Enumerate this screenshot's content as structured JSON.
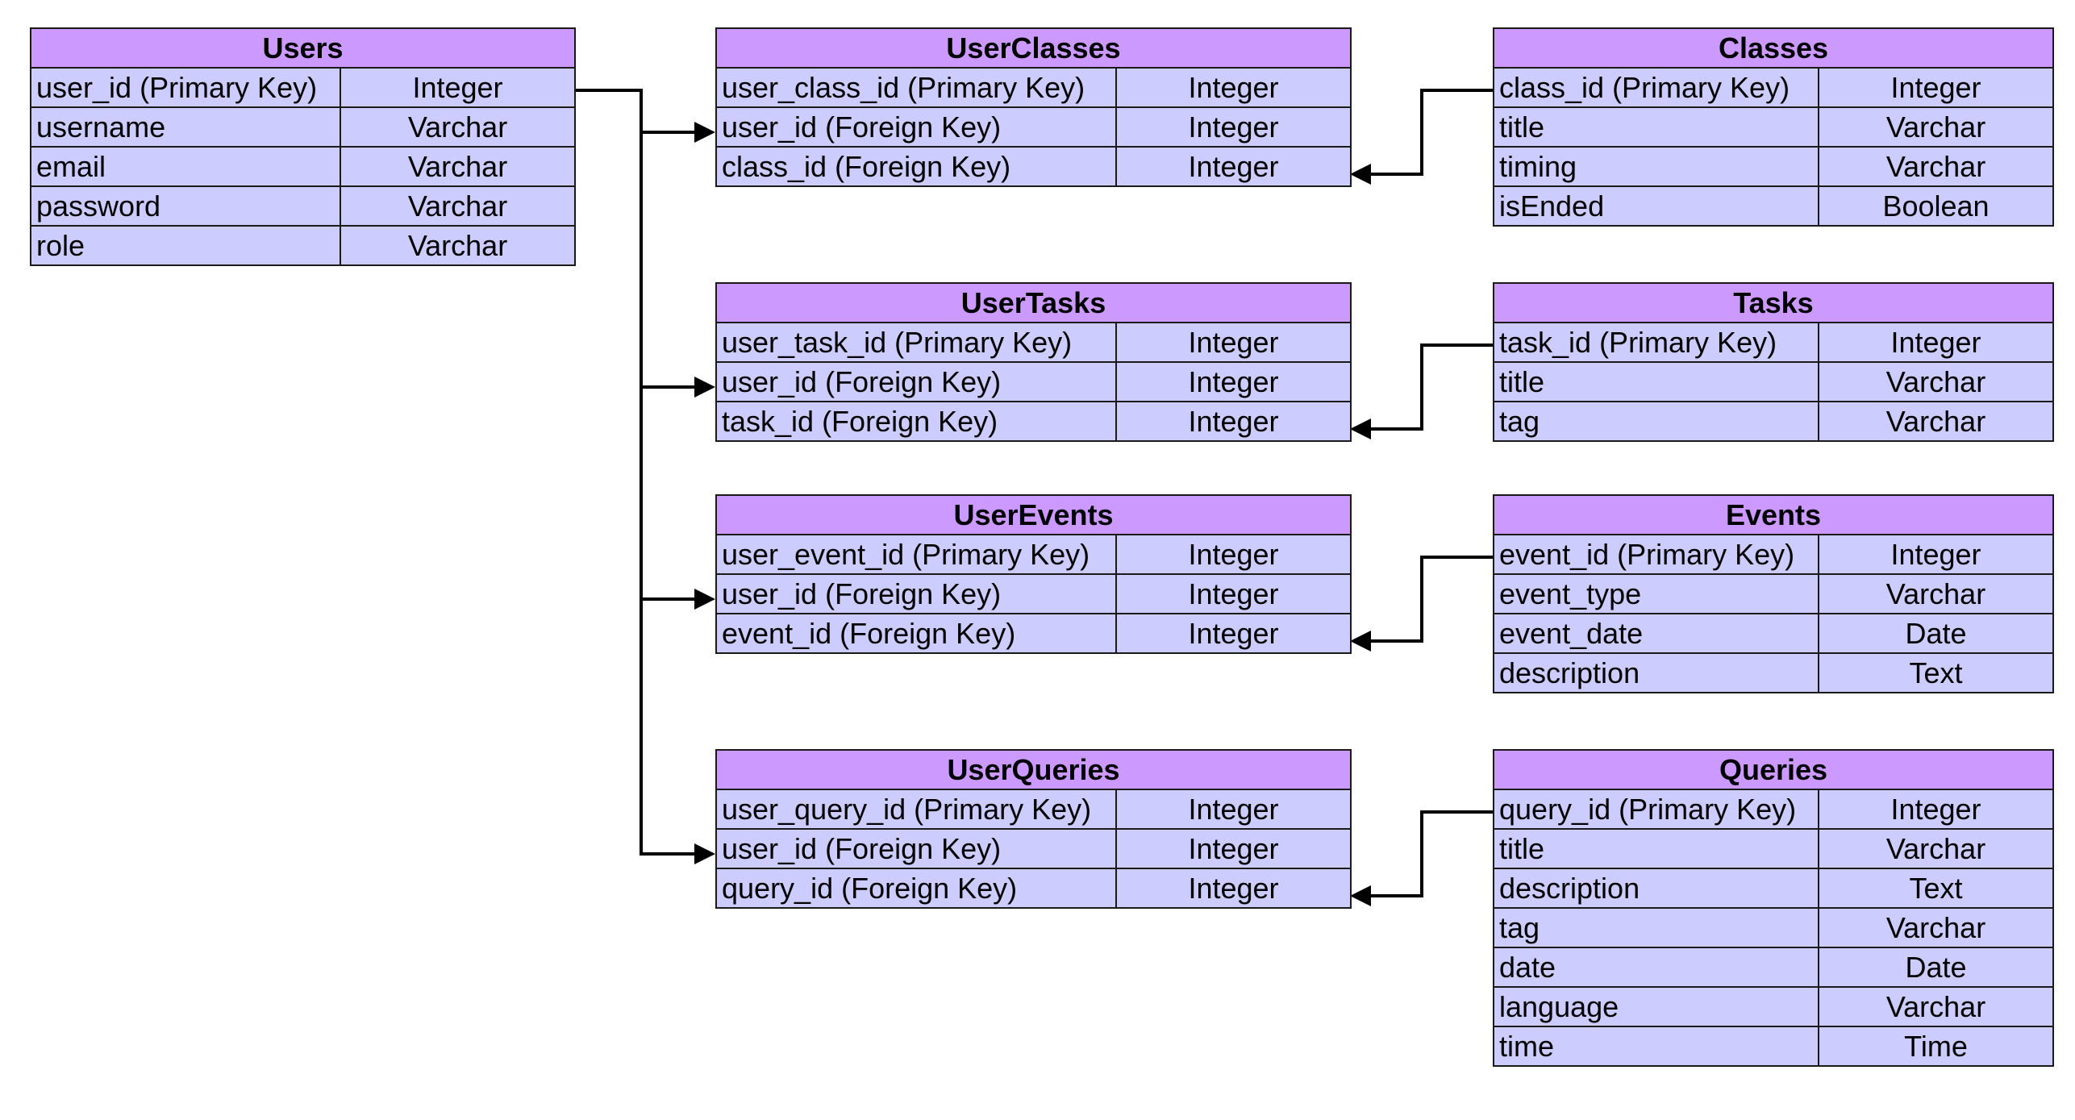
{
  "colors": {
    "header_fill": "#cc99ff",
    "row_fill": "#ccccff",
    "border": "#1a1a1a",
    "connector": "#000000"
  },
  "tables": [
    {
      "id": "users",
      "name": "Users",
      "fields": [
        {
          "name": "user_id (Primary Key)",
          "type": "Integer"
        },
        {
          "name": "username",
          "type": "Varchar"
        },
        {
          "name": "email",
          "type": "Varchar"
        },
        {
          "name": "password",
          "type": "Varchar"
        },
        {
          "name": "role",
          "type": "Varchar"
        }
      ]
    },
    {
      "id": "userclasses",
      "name": "UserClasses",
      "fields": [
        {
          "name": "user_class_id (Primary Key)",
          "type": "Integer"
        },
        {
          "name": "user_id (Foreign Key)",
          "type": "Integer"
        },
        {
          "name": "class_id (Foreign Key)",
          "type": "Integer"
        }
      ]
    },
    {
      "id": "classes",
      "name": "Classes",
      "fields": [
        {
          "name": "class_id (Primary Key)",
          "type": "Integer"
        },
        {
          "name": "title",
          "type": "Varchar"
        },
        {
          "name": "timing",
          "type": "Varchar"
        },
        {
          "name": "isEnded",
          "type": "Boolean"
        }
      ]
    },
    {
      "id": "usertasks",
      "name": "UserTasks",
      "fields": [
        {
          "name": "user_task_id (Primary Key)",
          "type": "Integer"
        },
        {
          "name": "user_id (Foreign Key)",
          "type": "Integer"
        },
        {
          "name": "task_id (Foreign Key)",
          "type": "Integer"
        }
      ]
    },
    {
      "id": "tasks",
      "name": "Tasks",
      "fields": [
        {
          "name": "task_id (Primary Key)",
          "type": "Integer"
        },
        {
          "name": "title",
          "type": "Varchar"
        },
        {
          "name": "tag",
          "type": "Varchar"
        }
      ]
    },
    {
      "id": "userevents",
      "name": "UserEvents",
      "fields": [
        {
          "name": "user_event_id (Primary Key)",
          "type": "Integer"
        },
        {
          "name": "user_id (Foreign Key)",
          "type": "Integer"
        },
        {
          "name": "event_id (Foreign Key)",
          "type": "Integer"
        }
      ]
    },
    {
      "id": "events",
      "name": "Events",
      "fields": [
        {
          "name": "event_id (Primary Key)",
          "type": "Integer"
        },
        {
          "name": "event_type",
          "type": "Varchar"
        },
        {
          "name": "event_date",
          "type": "Date"
        },
        {
          "name": "description",
          "type": "Text"
        }
      ]
    },
    {
      "id": "userqueries",
      "name": "UserQueries",
      "fields": [
        {
          "name": "user_query_id (Primary Key)",
          "type": "Integer"
        },
        {
          "name": "user_id (Foreign Key)",
          "type": "Integer"
        },
        {
          "name": "query_id (Foreign Key)",
          "type": "Integer"
        }
      ]
    },
    {
      "id": "queries",
      "name": "Queries",
      "fields": [
        {
          "name": "query_id (Primary Key)",
          "type": "Integer"
        },
        {
          "name": "title",
          "type": "Varchar"
        },
        {
          "name": "description",
          "type": "Text"
        },
        {
          "name": "tag",
          "type": "Varchar"
        },
        {
          "name": "date",
          "type": "Date"
        },
        {
          "name": "language",
          "type": "Varchar"
        },
        {
          "name": "time",
          "type": "Time"
        }
      ]
    }
  ],
  "relations": [
    {
      "from_table": "users",
      "from_row": 0,
      "to_table": "userclasses",
      "to_row": 1
    },
    {
      "from_table": "users",
      "from_row": 0,
      "to_table": "usertasks",
      "to_row": 1
    },
    {
      "from_table": "users",
      "from_row": 0,
      "to_table": "userevents",
      "to_row": 1
    },
    {
      "from_table": "users",
      "from_row": 0,
      "to_table": "userqueries",
      "to_row": 1
    },
    {
      "from_table": "classes",
      "from_row": 0,
      "to_table": "userclasses",
      "to_row": 2
    },
    {
      "from_table": "tasks",
      "from_row": 0,
      "to_table": "usertasks",
      "to_row": 2
    },
    {
      "from_table": "events",
      "from_row": 0,
      "to_table": "userevents",
      "to_row": 2
    },
    {
      "from_table": "queries",
      "from_row": 0,
      "to_table": "userqueries",
      "to_row": 2
    }
  ]
}
